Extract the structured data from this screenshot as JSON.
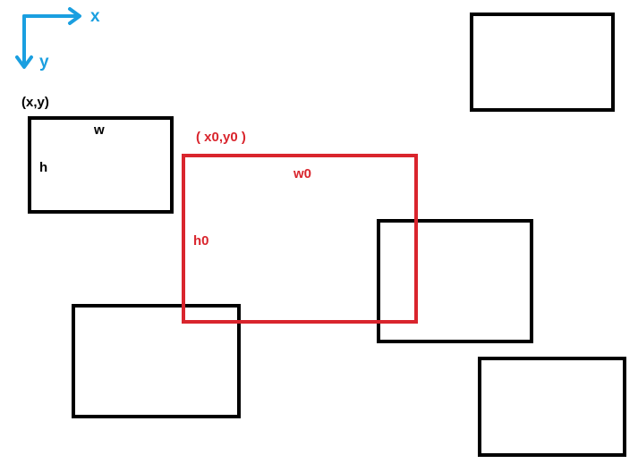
{
  "axes": {
    "x_label": "x",
    "y_label": "y",
    "color": "#1a9fe0"
  },
  "reference_box": {
    "origin_label": "(x,y)",
    "width_label": "w",
    "height_label": "h",
    "color": "#000000"
  },
  "query_box": {
    "origin_label": "( x0,y0 )",
    "width_label": "w0",
    "height_label": "h0",
    "color": "#d9252d"
  },
  "other_boxes_color": "#000000"
}
